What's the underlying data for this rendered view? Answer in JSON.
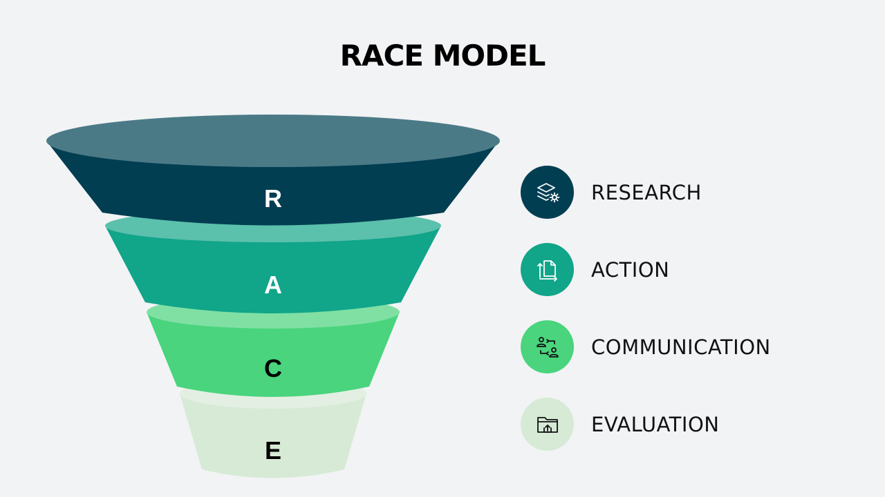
{
  "title": "RACE MODEL",
  "colors": {
    "background": "#f2f3f5",
    "research": "#023e52",
    "action": "#11a58a",
    "communication": "#49d47d",
    "evaluation": "#d6ead6"
  },
  "funnel": [
    {
      "letter": "R",
      "body": "#023e52",
      "top": "#4b7a87",
      "text": "#ffffff"
    },
    {
      "letter": "A",
      "body": "#11a58a",
      "top": "#5bc0ac",
      "text": "#ffffff"
    },
    {
      "letter": "C",
      "body": "#49d47d",
      "top": "#80e0a4",
      "text": "#000000"
    },
    {
      "letter": "E",
      "body": "#d6ead6",
      "top": "#e2efe2",
      "text": "#000000"
    }
  ],
  "legend": [
    {
      "label": "RESEARCH",
      "icon": "layers-gear-icon",
      "bg": "#023e52",
      "fg": "#ffffff"
    },
    {
      "label": "ACTION",
      "icon": "document-arrows-icon",
      "bg": "#11a58a",
      "fg": "#ffffff"
    },
    {
      "label": "COMMUNICATION",
      "icon": "users-exchange-icon",
      "bg": "#49d47d",
      "fg": "#111111"
    },
    {
      "label": "EVALUATION",
      "icon": "folder-upload-icon",
      "bg": "#d6ead6",
      "fg": "#111111"
    }
  ]
}
